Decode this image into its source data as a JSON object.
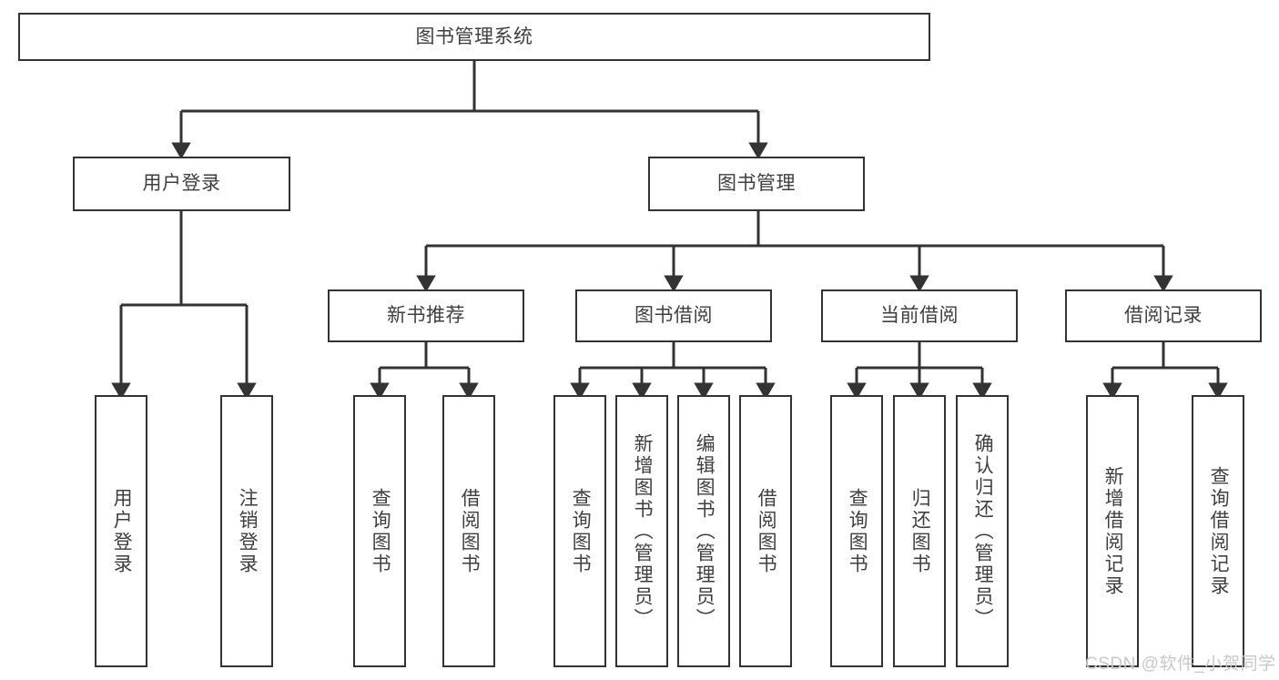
{
  "diagram": {
    "title_node": {
      "label": "图书管理系统"
    },
    "level2": [
      {
        "label": "用户登录"
      },
      {
        "label": "图书管理"
      }
    ],
    "level3": [
      {
        "label": "新书推荐"
      },
      {
        "label": "图书借阅"
      },
      {
        "label": "当前借阅"
      },
      {
        "label": "借阅记录"
      }
    ],
    "leaves": [
      {
        "label": "用户登录"
      },
      {
        "label": "注销登录"
      },
      {
        "label": "查询图书"
      },
      {
        "label": "借阅图书"
      },
      {
        "label": "查询图书"
      },
      {
        "label": "新增图书（管理员）"
      },
      {
        "label": "编辑图书（管理员）"
      },
      {
        "label": "借阅图书"
      },
      {
        "label": "查询图书"
      },
      {
        "label": "归还图书"
      },
      {
        "label": "确认归还（管理员）"
      },
      {
        "label": "新增借阅记录"
      },
      {
        "label": "查询借阅记录"
      }
    ]
  },
  "watermark": {
    "text": "CSDN @软件_小贺同学"
  },
  "colors": {
    "border": "#333333",
    "text": "#3f3f3f",
    "background": "#ffffff",
    "watermark": "#c8c8c8"
  }
}
